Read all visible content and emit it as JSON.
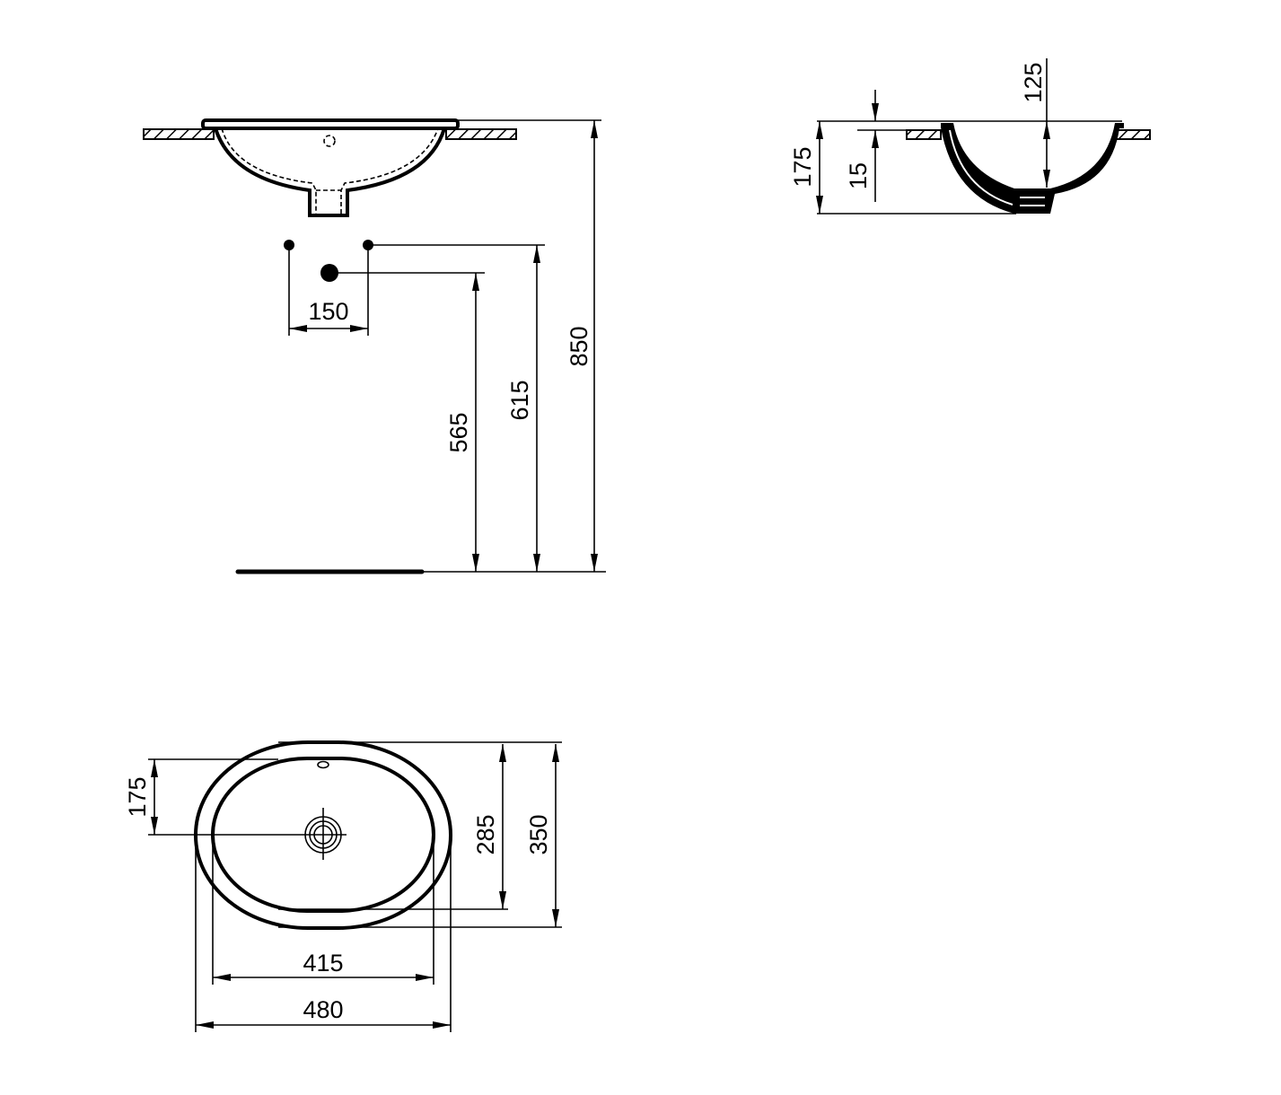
{
  "front_view": {
    "dim_tap_spacing": "150",
    "dim_waste_height": "565",
    "dim_tap_height": "615",
    "dim_rim_height": "850"
  },
  "side_view": {
    "dim_total_depth": "175",
    "dim_rim_offset": "15",
    "dim_bowl_depth": "125"
  },
  "plan_view": {
    "dim_drain_offset": "175",
    "dim_inner_depth": "285",
    "dim_outer_depth": "350",
    "dim_inner_width": "415",
    "dim_outer_width": "480"
  }
}
